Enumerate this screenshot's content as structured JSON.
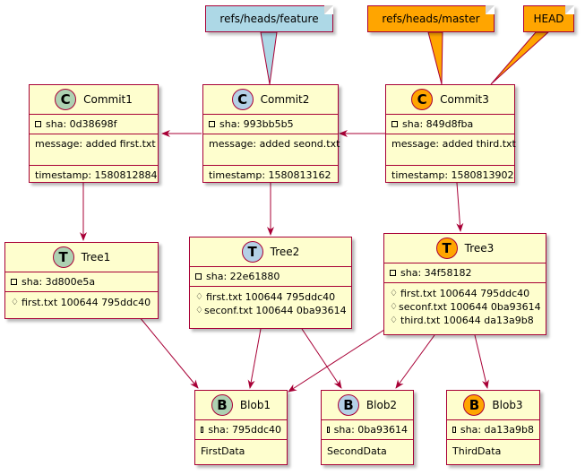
{
  "colors": {
    "node_fill": "#fefece",
    "border": "#a80036",
    "commit_badge": "#add1b2",
    "tree_badge": "#add1b2",
    "blob_badge": "#add1b2",
    "feature_note": "#add8e6",
    "master_note": "#ffa500",
    "head_note": "#ffa500",
    "badge_c_green": "#add1b2",
    "badge_c_blue": "#b4d0e6",
    "badge_orange": "#ffa500"
  },
  "notes": {
    "feature": "refs/heads/feature",
    "master": "refs/heads/master",
    "head": "HEAD"
  },
  "commits": [
    {
      "badge": "C",
      "name": "Commit1",
      "sha": "sha: 0d38698f",
      "message": "message: added first.txt",
      "timestamp": "timestamp: 1580812884"
    },
    {
      "badge": "C",
      "name": "Commit2",
      "sha": "sha: 993bb5b5",
      "message": "message: added seond.txt",
      "timestamp": "timestamp: 1580813162"
    },
    {
      "badge": "C",
      "name": "Commit3",
      "sha": "sha: 849d8fba",
      "message": "message: added third.txt",
      "timestamp": "timestamp: 1580813902"
    }
  ],
  "trees": [
    {
      "badge": "T",
      "name": "Tree1",
      "sha": "sha: 3d800e5a",
      "entries": [
        "first.txt 100644 795ddc40"
      ]
    },
    {
      "badge": "T",
      "name": "Tree2",
      "sha": "sha: 22e61880",
      "entries": [
        "first.txt 100644 795ddc40",
        "seconf.txt 100644 0ba93614"
      ]
    },
    {
      "badge": "T",
      "name": "Tree3",
      "sha": "sha: 34f58182",
      "entries": [
        "first.txt 100644 795ddc40",
        "seconf.txt 100644 0ba93614",
        "third.txt 100644 da13a9b8"
      ]
    }
  ],
  "blobs": [
    {
      "badge": "B",
      "name": "Blob1",
      "sha": "sha: 795ddc40",
      "data": "FirstData"
    },
    {
      "badge": "B",
      "name": "Blob2",
      "sha": "sha: 0ba93614",
      "data": "SecondData"
    },
    {
      "badge": "B",
      "name": "Blob3",
      "sha": "sha: da13a9b8",
      "data": "ThirdData"
    }
  ]
}
